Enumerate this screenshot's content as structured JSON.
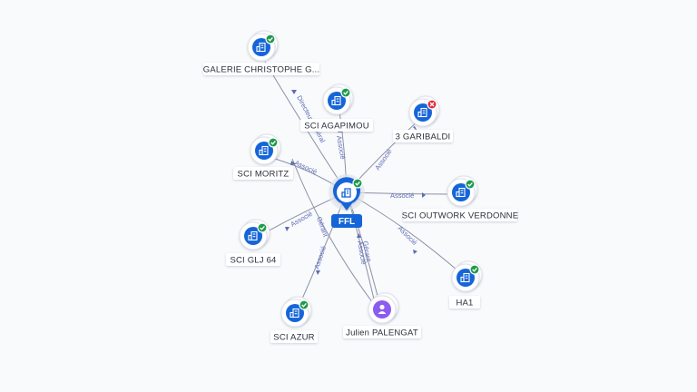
{
  "center": {
    "label": "FFL",
    "status": "ok",
    "icon": "building-icon"
  },
  "nodes": [
    {
      "id": "galerie",
      "label": "GALERIE CHRISTOPHE G...",
      "type": "company",
      "status": "ok",
      "icon": "building-icon"
    },
    {
      "id": "agapimou",
      "label": "SCI AGAPIMOU",
      "type": "company",
      "status": "ok",
      "icon": "building-icon"
    },
    {
      "id": "garibaldi",
      "label": "3 GARIBALDI",
      "type": "company",
      "status": "closed",
      "icon": "building-icon"
    },
    {
      "id": "moritz",
      "label": "SCI MORITZ",
      "type": "company",
      "status": "ok",
      "icon": "building-icon"
    },
    {
      "id": "outwork",
      "label": "SCI OUTWORK VERDONNE",
      "type": "company",
      "status": "ok",
      "icon": "building-icon"
    },
    {
      "id": "glj",
      "label": "SCI GLJ 64",
      "type": "company",
      "status": "ok",
      "icon": "building-icon"
    },
    {
      "id": "ha1",
      "label": "HA1",
      "type": "company",
      "status": "ok",
      "icon": "building-icon"
    },
    {
      "id": "azur",
      "label": "SCI AZUR",
      "type": "company",
      "status": "ok",
      "icon": "building-icon"
    },
    {
      "id": "palengat",
      "label": "Julien PALENGAT",
      "type": "person",
      "status": "none",
      "icon": "person-icon"
    }
  ],
  "edges": [
    {
      "id": "e-galerie",
      "label": "Directeur général"
    },
    {
      "id": "e-agapimou",
      "label": "Associé"
    },
    {
      "id": "e-garibaldi",
      "label": "Associé"
    },
    {
      "id": "e-moritz",
      "label": "Associé"
    },
    {
      "id": "e-outwork",
      "label": "Associé"
    },
    {
      "id": "e-glj",
      "label": "Associé"
    },
    {
      "id": "e-ha1",
      "label": "Associé"
    },
    {
      "id": "e-azur",
      "label": "Associé"
    },
    {
      "id": "e-palengat-1",
      "label": "Gérant"
    },
    {
      "id": "e-palengat-2",
      "label": "Associé"
    },
    {
      "id": "e-azur-gerant",
      "label": "Gérant"
    }
  ],
  "colors": {
    "node_fill": "#1565d8",
    "ok_badge": "#1e9a4b",
    "closed_badge": "#e0283d",
    "person_fill": "#8a5cf0",
    "edge_stroke": "#8a90a6",
    "edge_label": "#5d6bb8"
  }
}
